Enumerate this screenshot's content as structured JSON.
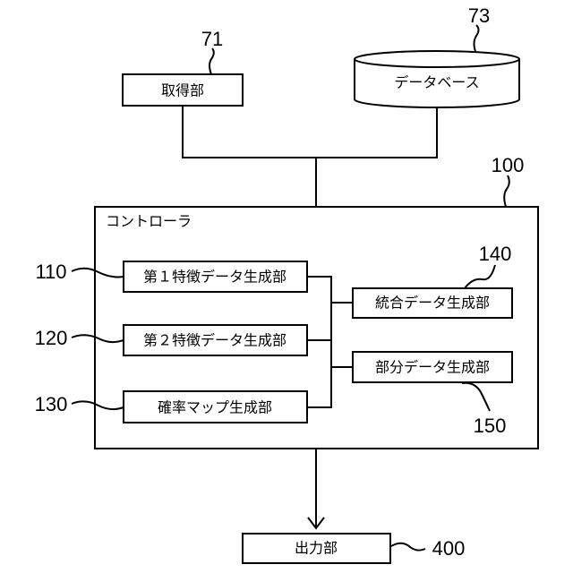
{
  "blocks": {
    "acquisition": {
      "label": "取得部",
      "ref": "71"
    },
    "database": {
      "label": "データベース",
      "ref": "73"
    },
    "controller": {
      "label": "コントローラ",
      "ref": "100"
    },
    "feature1": {
      "label": "第１特徴データ生成部",
      "ref": "110"
    },
    "feature2": {
      "label": "第２特徴データ生成部",
      "ref": "120"
    },
    "probmap": {
      "label": "確率マップ生成部",
      "ref": "130"
    },
    "integrated": {
      "label": "統合データ生成部",
      "ref": "140"
    },
    "partial": {
      "label": "部分データ生成部",
      "ref": "150"
    },
    "output": {
      "label": "出力部",
      "ref": "400"
    }
  }
}
